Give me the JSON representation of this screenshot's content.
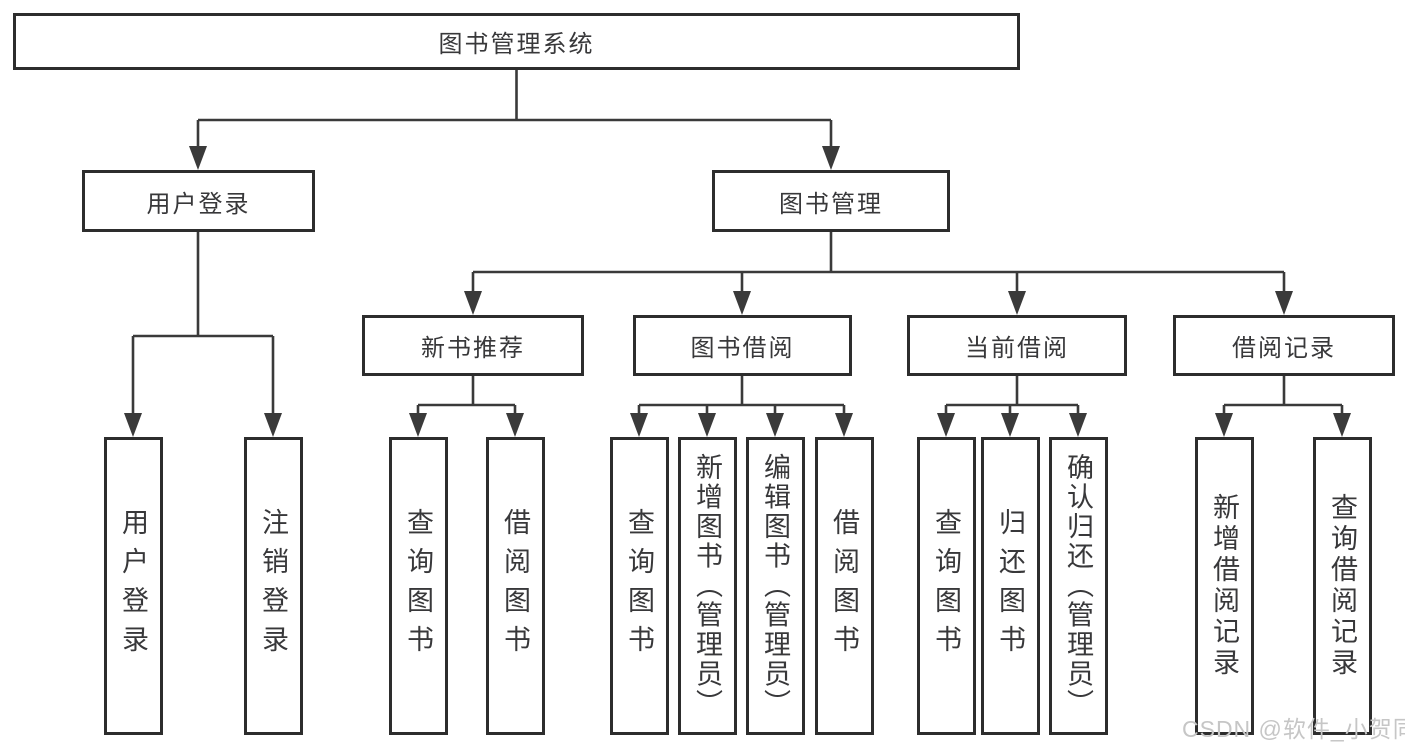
{
  "diagram": {
    "root": {
      "label": "图书管理系统"
    },
    "branches": [
      {
        "label": "用户登录",
        "children": [
          {
            "label": "用户登录"
          },
          {
            "label": "注销登录"
          }
        ]
      },
      {
        "label": "图书管理",
        "children": [
          {
            "label": "新书推荐",
            "children": [
              {
                "label": "查询图书"
              },
              {
                "label": "借阅图书"
              }
            ]
          },
          {
            "label": "图书借阅",
            "children": [
              {
                "label": "查询图书"
              },
              {
                "label": "新增图书（管理员）"
              },
              {
                "label": "编辑图书（管理员）"
              },
              {
                "label": "借阅图书"
              }
            ]
          },
          {
            "label": "当前借阅",
            "children": [
              {
                "label": "查询图书"
              },
              {
                "label": "归还图书"
              },
              {
                "label": "确认归还（管理员）"
              }
            ]
          },
          {
            "label": "借阅记录",
            "children": [
              {
                "label": "新增借阅记录"
              },
              {
                "label": "查询借阅记录"
              }
            ]
          }
        ]
      }
    ]
  },
  "watermark": {
    "text": "CSDN @软件_小贺同学"
  },
  "colors": {
    "line": "#3a3a3a",
    "border": "#2d2d2d",
    "text": "#38383a",
    "watermark": "#c6c6c6",
    "bg": "#ffffff"
  }
}
